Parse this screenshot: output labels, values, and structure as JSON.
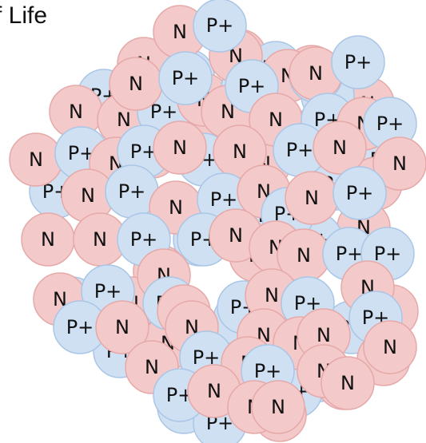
{
  "title": "f Life",
  "colors": {
    "proton_fill": "#cfe0f3",
    "proton_stroke": "#aac6e6",
    "neutron_fill": "#f3c9c9",
    "neutron_stroke": "#e6a9a9",
    "text": "#111111"
  },
  "legend_labels": {
    "proton": "P+",
    "neutron": "N"
  }
}
